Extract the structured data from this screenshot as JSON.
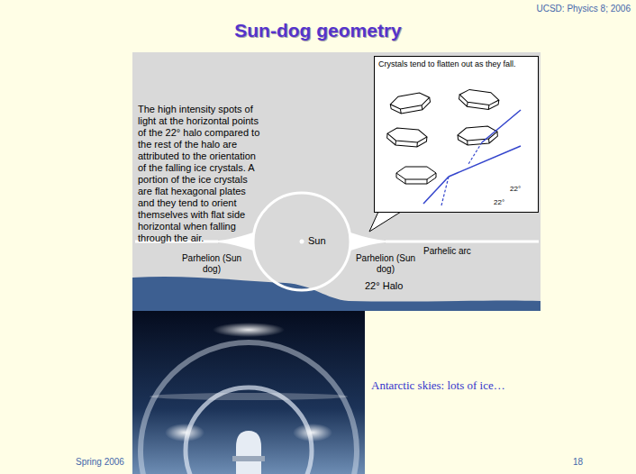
{
  "diagram": {
    "title": "Sun-dog geometry",
    "nodes": [
      {
        "text": [
          "The high intensity spots of light at the horizontal points of the 22° halo compared to the rest of the halo are attributed to the orientation of the falling ice crystals. A portion of the ice crystals are flat hexagonal plates and they tend to orient themselves with flat side horizontal when falling through the air."
        ]
      },
      {
        "text": [
          "Crystals tend to flatten out as they fall."
        ],
        "in": 0
      }
    ],
    "labels": [
      "UCSD: Physics 8; 2006",
      "Sun",
      "Parhelion (Sun dog)",
      "Parhelion (Sun dog)",
      "Parhelic arc",
      "22° Halo",
      "22°",
      "22°",
      "Antarctic skies: lots of ice…",
      "Spring 2006",
      "18"
    ]
  }
}
